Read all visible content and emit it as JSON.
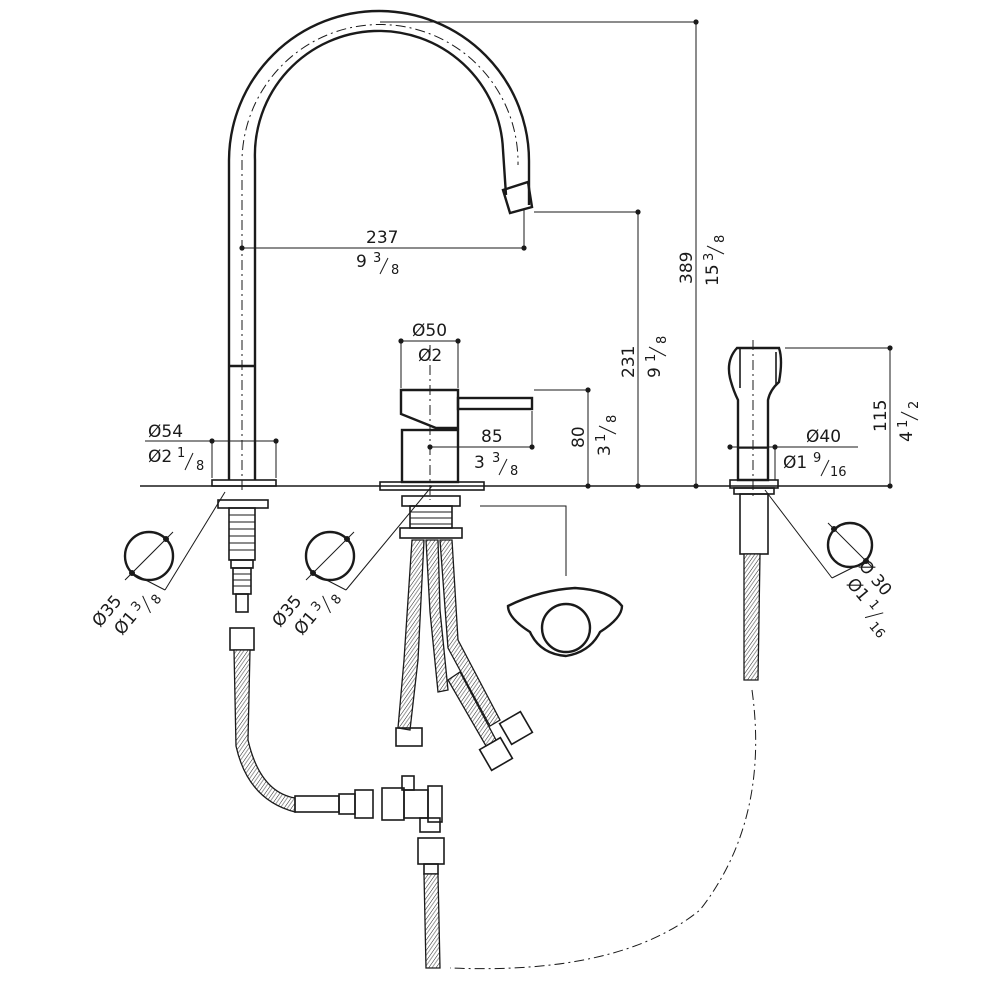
{
  "dimensions": {
    "spout_reach_mm": "237",
    "spout_reach_in_whole": "9",
    "spout_reach_in_frac_num": "3",
    "spout_reach_in_frac_den": "8",
    "spout_outlet_height_mm": "231",
    "spout_outlet_height_in_whole": "9",
    "spout_outlet_height_in_frac_num": "1",
    "spout_outlet_height_in_frac_den": "8",
    "total_height_mm": "389",
    "total_height_in_whole": "15",
    "total_height_in_frac_num": "3",
    "total_height_in_frac_den": "8",
    "spout_base_dia_mm": "Ø54",
    "spout_base_dia_in_whole": "Ø2",
    "spout_base_dia_in_frac_num": "1",
    "spout_base_dia_in_frac_den": "8",
    "mixer_top_dia_mm": "Ø50",
    "mixer_top_dia_in": "Ø2",
    "lever_length_mm": "85",
    "lever_length_in_whole": "3",
    "lever_length_in_frac_num": "3",
    "lever_length_in_frac_den": "8",
    "mixer_height_mm": "80",
    "mixer_height_in_whole": "3",
    "mixer_height_in_frac_num": "1",
    "mixer_height_in_frac_den": "8",
    "spray_base_dia_mm": "Ø40",
    "spray_base_dia_in_whole": "Ø1",
    "spray_base_dia_in_frac_num": "9",
    "spray_base_dia_in_frac_den": "16",
    "spray_height_mm": "115",
    "spray_height_in_whole": "4",
    "spray_height_in_frac_num": "1",
    "spray_height_in_frac_den": "2",
    "hole1_dia_mm": "Ø35",
    "hole1_dia_in_whole": "Ø1",
    "hole1_dia_in_frac_num": "3",
    "hole1_dia_in_frac_den": "8",
    "hole2_dia_mm": "Ø35",
    "hole2_dia_in_whole": "Ø1",
    "hole2_dia_in_frac_num": "3",
    "hole2_dia_in_frac_den": "8",
    "hole3_dia_mm": "Ø 30",
    "hole3_dia_in_whole": "Ø1",
    "hole3_dia_in_frac_num": "1",
    "hole3_dia_in_frac_den": "16"
  }
}
